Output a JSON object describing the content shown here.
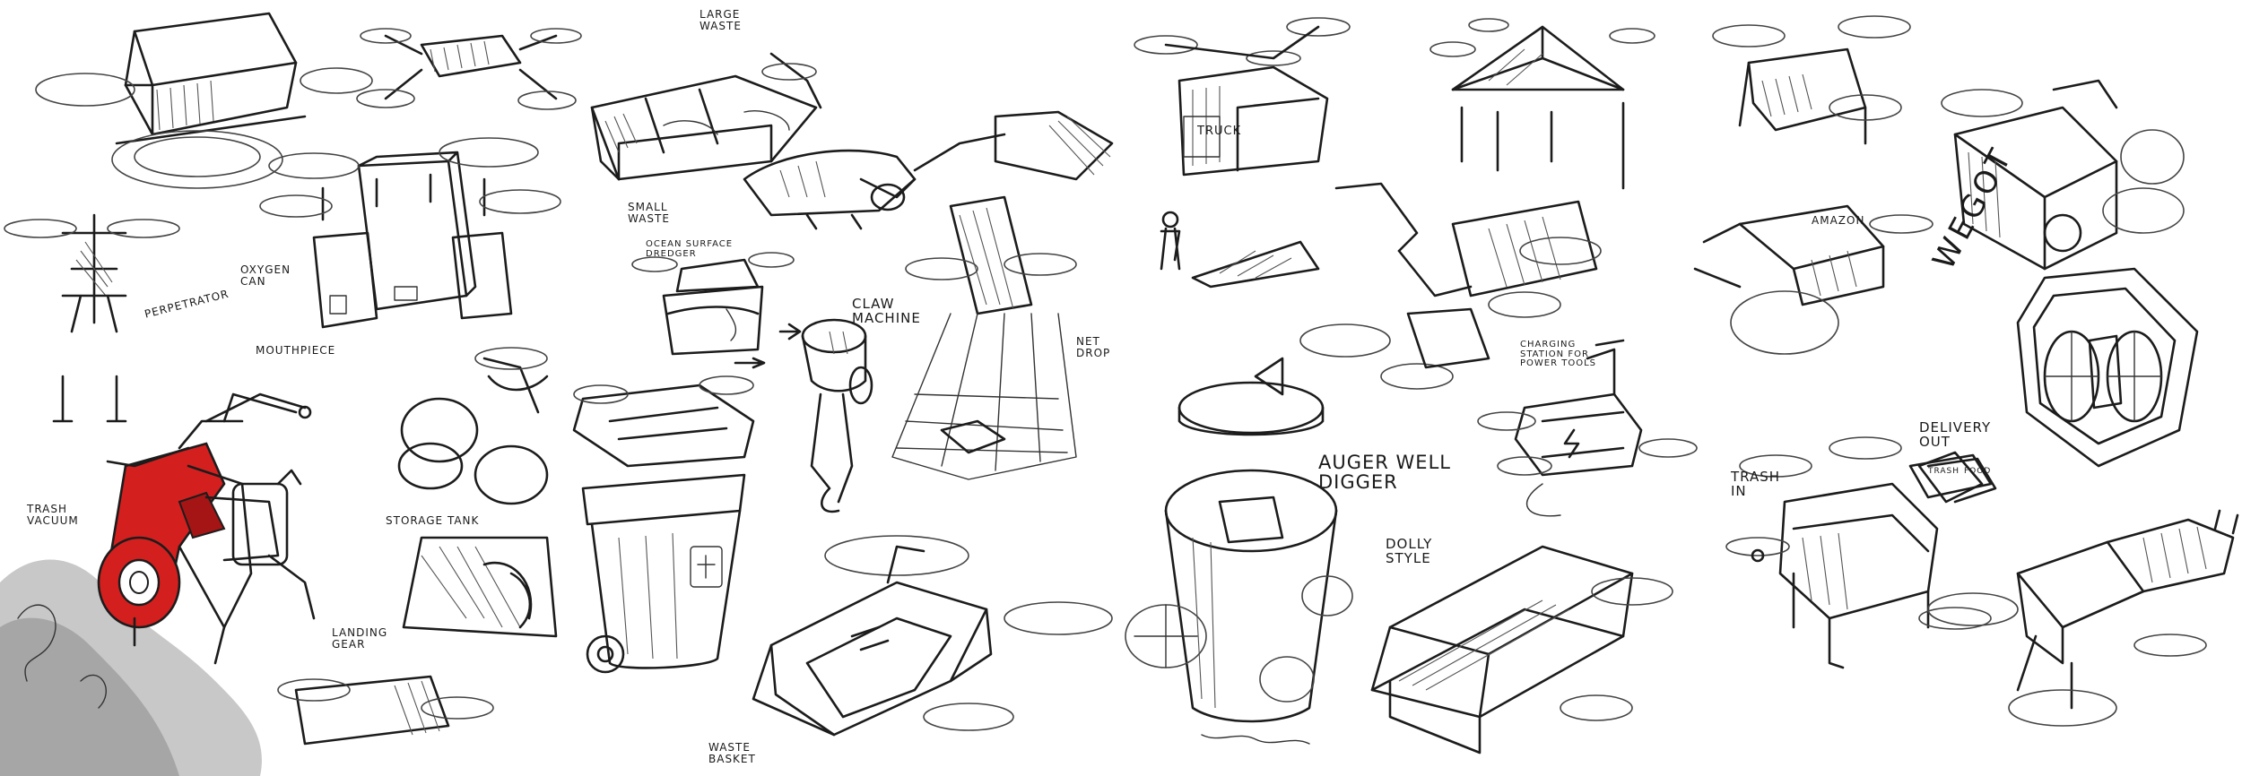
{
  "labels": {
    "large_waste": "LARGE WASTE",
    "small_waste": "SMALL WASTE",
    "oxygen_can": "OXYGEN CAN",
    "mouthpiece": "MOUTHPIECE",
    "perpetrator": "PERPETRATOR",
    "trash_vacuum": "TRASH VACUUM",
    "storage_tank": "STORAGE TANK",
    "landing_gear": "LANDING GEAR",
    "ocean_surface_dredger": "OCEAN SURFACE DREDGER",
    "claw_machine": "CLAW MACHINE",
    "net_drop": "NET DROP",
    "waste_basket": "WASTE BASKET",
    "truck": "TRUCK",
    "charging_station": "CHARGING STATION FOR POWER TOOLS",
    "auger_well_digger": "AUGER WELL DIGGER",
    "dolly_style": "DOLLY STYLE",
    "amazon": "AMAZON",
    "wegot_sign": "WEGOT",
    "trash_in": "TRASH IN",
    "delivery_out": "DELIVERY OUT",
    "trash_box": "TRASH",
    "food_box": "FOOD"
  },
  "colors": {
    "ink": "#1c1c1c",
    "accent_red": "#d41f1f",
    "smoke_gray": "#9a9a9a"
  }
}
